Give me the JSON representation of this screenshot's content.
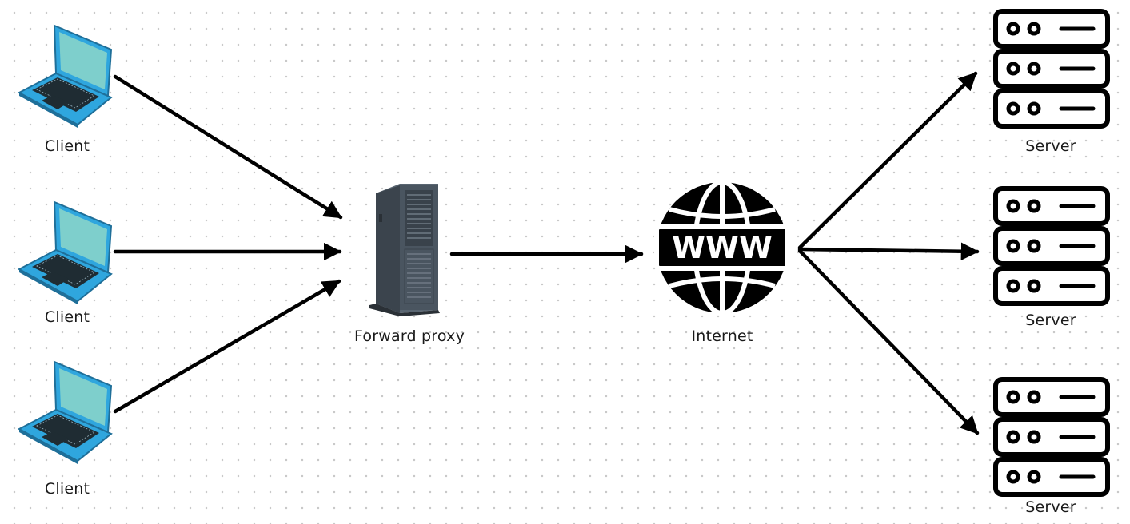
{
  "nodes": {
    "clients": [
      {
        "label": "Client"
      },
      {
        "label": "Client"
      },
      {
        "label": "Client"
      }
    ],
    "proxy": {
      "label": "Forward proxy"
    },
    "internet": {
      "label": "Internet",
      "icon_text": "WWW"
    },
    "servers": [
      {
        "label": "Server"
      },
      {
        "label": "Server"
      },
      {
        "label": "Server"
      }
    ]
  },
  "colors": {
    "laptop": "#2fa6de",
    "laptop_screen": "#7ecfcc",
    "arrow": "#000000",
    "proxy_body": "#4a5560"
  },
  "icons": {
    "client": "laptop-icon",
    "proxy": "tower-server-icon",
    "internet": "globe-www-icon",
    "server": "server-rack-icon"
  }
}
